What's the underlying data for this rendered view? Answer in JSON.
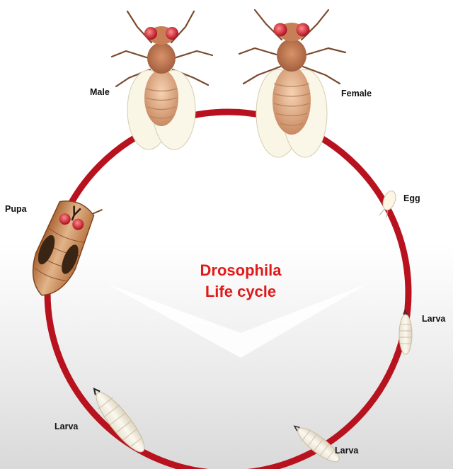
{
  "title": {
    "line1": "Drosophila",
    "line2": "Life cycle"
  },
  "stages": {
    "male": "Male",
    "female": "Female",
    "egg": "Egg",
    "larva_right": "Larva",
    "larva_bottom": "Larva",
    "larva_left": "Larva",
    "pupa": "Pupa"
  },
  "colors": {
    "ring": "#b8121e",
    "title": "#e01a1a"
  }
}
